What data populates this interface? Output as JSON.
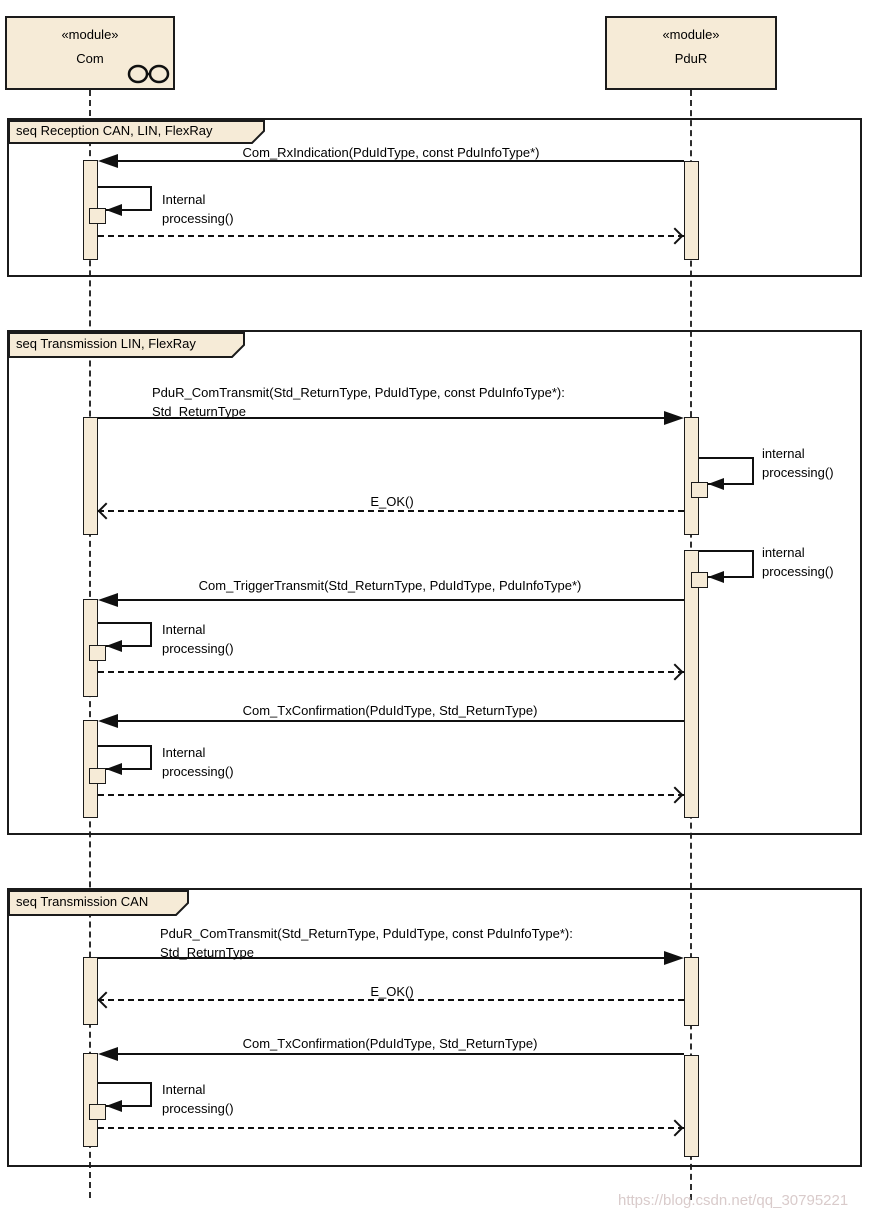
{
  "watermark": "https://blog.csdn.net/qq_30795221",
  "colors": {
    "shape_fill": "#F6EBD7",
    "line": "#1b1b1b"
  },
  "lifelines": {
    "com": {
      "stereotype": "«module»",
      "name": "Com"
    },
    "pdur": {
      "stereotype": "«module»",
      "name": "PduR"
    }
  },
  "fragments": {
    "reception": "seq Reception CAN, LIN, FlexRay",
    "transmission_lin_flexray": "seq Transmission LIN, FlexRay",
    "transmission_can": "seq Transmission CAN"
  },
  "messages": {
    "rx_indication": "Com_RxIndication(PduIdType, const PduInfoType*)",
    "pdur_com_transmit": {
      "line1": "PduR_ComTransmit(Std_ReturnType, PduIdType, const PduInfoType*):",
      "line2": "Std_ReturnType"
    },
    "e_ok": "E_OK()",
    "trigger_transmit": "Com_TriggerTransmit(Std_ReturnType, PduIdType, PduInfoType*)",
    "tx_confirmation": "Com_TxConfirmation(PduIdType, Std_ReturnType)",
    "internal_com": {
      "line1": "Internal",
      "line2": "processing()"
    },
    "internal_pdur": {
      "line1": "internal",
      "line2": "processing()"
    }
  }
}
